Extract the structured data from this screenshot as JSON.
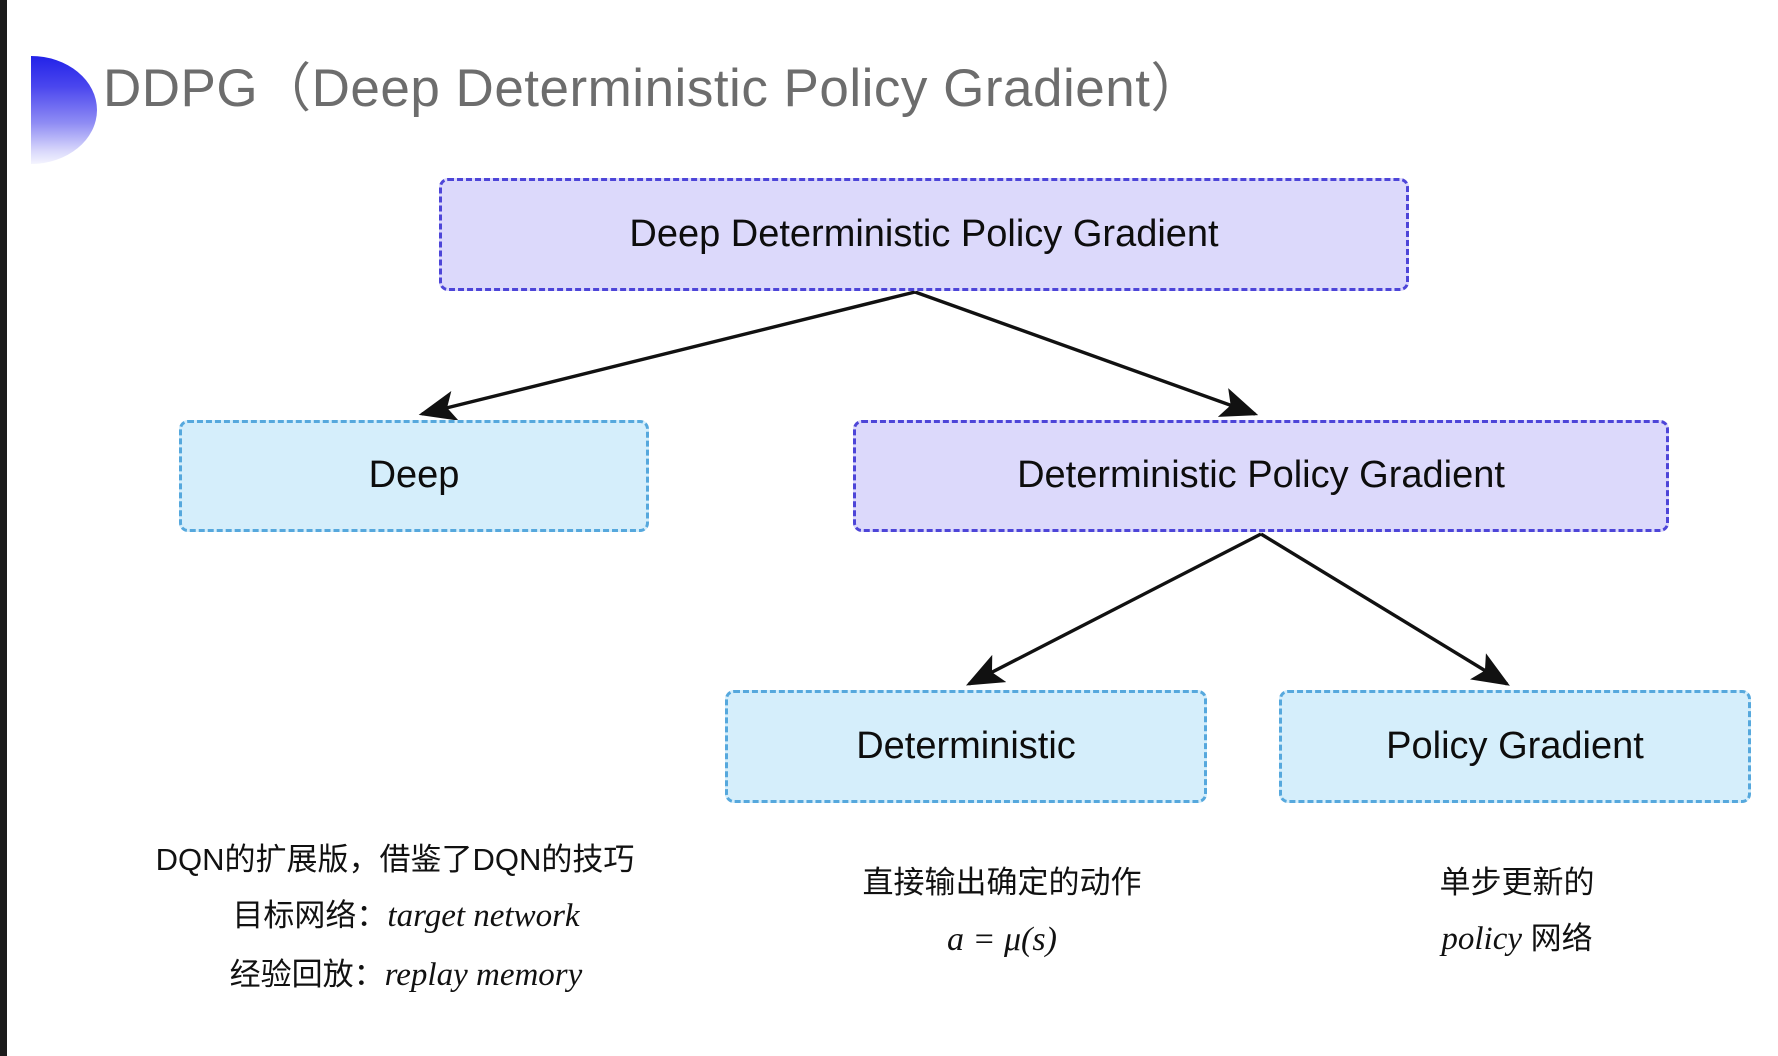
{
  "slide": {
    "title": "DDPG（Deep Deterministic Policy Gradient）",
    "background_color": "#ffffff",
    "accent_color": "#4d45d8",
    "bullet_gradient_from": "#2222e8",
    "bullet_gradient_to": "#f4f4fe"
  },
  "diagram": {
    "type": "tree",
    "nodes": [
      {
        "id": "root",
        "label": "Deep Deterministic Policy Gradient",
        "style": "purple",
        "fill": "#dcd9fb",
        "border": "#4d45d8",
        "level": 0
      },
      {
        "id": "deep",
        "label": "Deep",
        "style": "cyan",
        "fill": "#d5eefb",
        "border": "#56a8dd",
        "level": 1
      },
      {
        "id": "dpg",
        "label": "Deterministic Policy Gradient",
        "style": "purple",
        "fill": "#dcd9fb",
        "border": "#4d45d8",
        "level": 1
      },
      {
        "id": "deterministic",
        "label": "Deterministic",
        "style": "cyan",
        "fill": "#d5eefb",
        "border": "#56a8dd",
        "level": 2
      },
      {
        "id": "policy_gradient",
        "label": "Policy Gradient",
        "style": "cyan",
        "fill": "#d5eefb",
        "border": "#56a8dd",
        "level": 2
      }
    ],
    "edges": [
      {
        "from": "root",
        "to": "deep",
        "arrow": true
      },
      {
        "from": "root",
        "to": "dpg",
        "arrow": true
      },
      {
        "from": "dpg",
        "to": "deterministic",
        "arrow": true
      },
      {
        "from": "dpg",
        "to": "policy_gradient",
        "arrow": true
      }
    ]
  },
  "captions": {
    "deep": {
      "line1": "DQN的扩展版，借鉴了DQN的技巧",
      "line2_label": "目标网络：",
      "line2_term": "target network",
      "line3_label": "经验回放：",
      "line3_term": "replay memory"
    },
    "deterministic": {
      "line1": "直接输出确定的动作",
      "formula": "a = μ(s)"
    },
    "policy_gradient": {
      "line1": "单步更新的",
      "line2_term": "policy",
      "line2_suffix": " 网络"
    }
  }
}
